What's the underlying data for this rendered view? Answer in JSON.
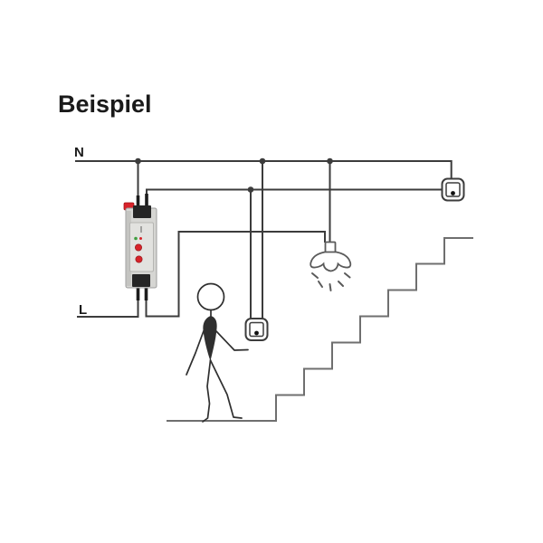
{
  "title": "Beispiel",
  "labels": {
    "neutral": "N",
    "line": "L"
  },
  "components": {
    "timer_relay": "din-rail-staircase-timer",
    "push_buttons": 2,
    "lamp": "pendant-lamp",
    "scene": "person-walking-to-staircase"
  },
  "colors": {
    "background": "#ffffff",
    "text": "#1a1a1a",
    "wire": "#3c3c3c",
    "stair": "#6f6f6f",
    "figure": "#2f2f2f",
    "lamp-outline": "#5a5a5a",
    "button-outline": "#3c3c3c",
    "relay-body": "#d6d6d3",
    "relay-body-edge": "#9c9c9c",
    "relay-face": "#e2e2df",
    "relay-terminal": "#252525",
    "relay-red": "#d8232a",
    "relay-green": "#3f9e3f"
  }
}
